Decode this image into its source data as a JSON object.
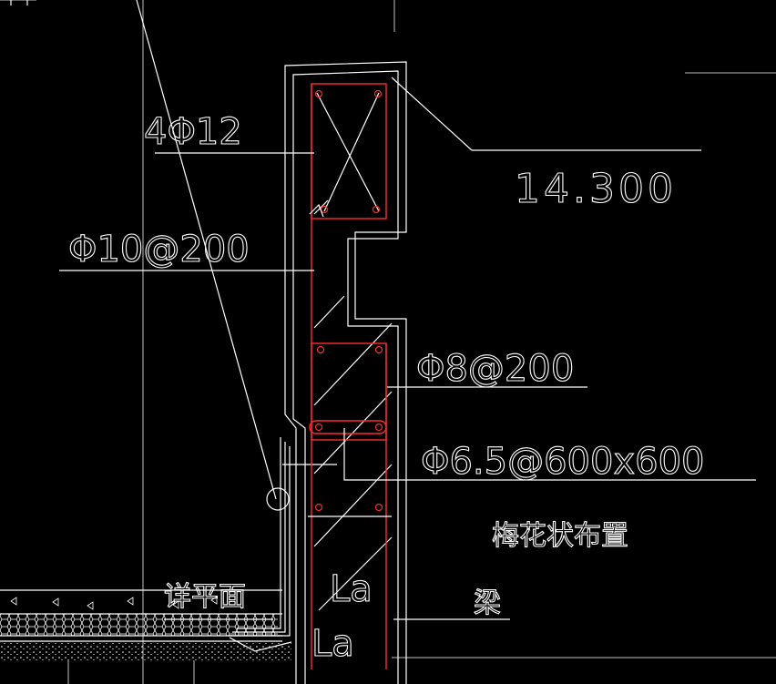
{
  "drawing": {
    "labels": {
      "top_bars": "4Φ12",
      "stirrup": "Φ10@200",
      "elevation": "14.300",
      "tie_bars": "Φ8@200",
      "anchor": "Φ6.5@600x600",
      "anchor_note": "梅花状布置",
      "waterproof": "详平面",
      "anchor_len_1": "La",
      "anchor_len_2": "La",
      "beam": "梁"
    },
    "colors": {
      "background": "#000000",
      "linework": "#ffffff",
      "rebar": "#ff2a2a",
      "gridlines": "#bfbfbf"
    }
  }
}
